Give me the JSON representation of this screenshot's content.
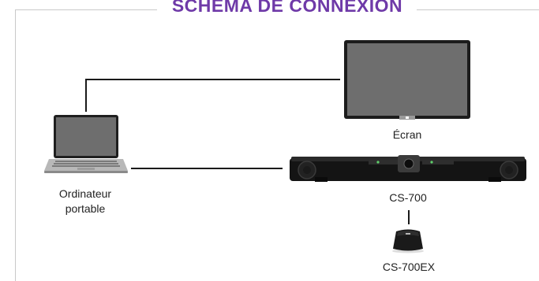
{
  "title": "SCHEMA DE CONNEXION",
  "colors": {
    "title": "#6f3aa8",
    "frame": "#c9c9c9",
    "wire": "#1a1a1a"
  },
  "nodes": {
    "screen": {
      "label": "Écran",
      "icon": "monitor-icon"
    },
    "laptop": {
      "label_line1": "Ordinateur",
      "label_line2": "portable",
      "icon": "laptop-icon"
    },
    "soundbar": {
      "label": "CS-700",
      "icon": "video-bar-icon"
    },
    "expansion": {
      "label": "CS-700EX",
      "icon": "expansion-module-icon"
    }
  },
  "connections": [
    {
      "from": "laptop",
      "to": "screen"
    },
    {
      "from": "laptop",
      "to": "soundbar"
    },
    {
      "from": "soundbar",
      "to": "expansion"
    }
  ]
}
